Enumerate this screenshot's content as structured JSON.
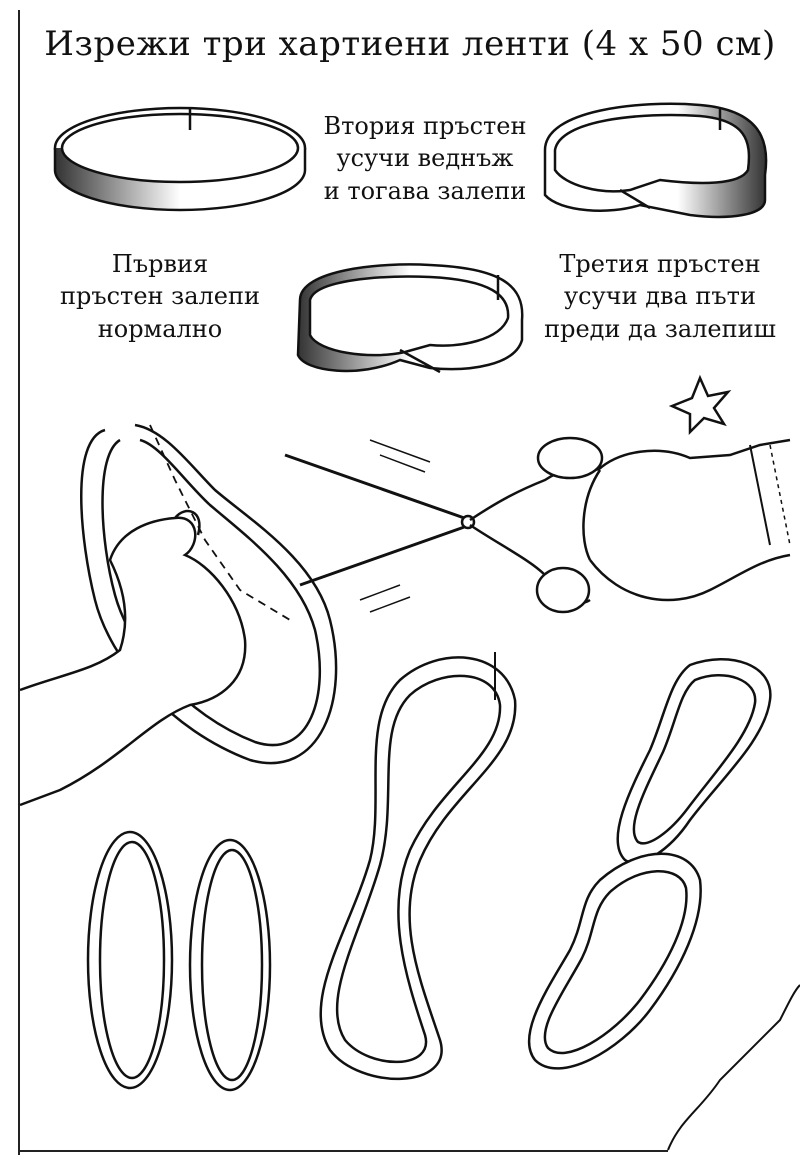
{
  "title": "Изрежи три хартиени ленти (4 x 50 см)",
  "steps": {
    "first": "Първия\nпръстен залепи\nнормално",
    "second": "Втория пръстен\nусучи веднъж\nи тогава залепи",
    "third": "Третия пръстен\nусучи два пъти\nпреди да залепиш"
  },
  "illustrations": {
    "ring_plain": "plain-paper-ring",
    "ring_one_twist": "mobius-ring",
    "ring_two_twists": "double-twist-ring",
    "cutting": "hands-cutting-ring-with-scissors",
    "result_plain": "two-separate-rings",
    "result_one_twist": "one-long-twisted-loop",
    "result_two_twists": "two-linked-rings"
  },
  "colors": {
    "ink": "#111111",
    "paper": "#ffffff",
    "shade": "#555555"
  }
}
